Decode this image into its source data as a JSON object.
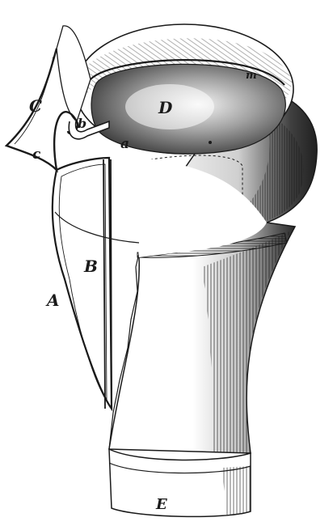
{
  "figure": {
    "labels": {
      "A": "A",
      "B": "B",
      "C": "C",
      "c": "c",
      "b": "b",
      "a": "a",
      "D": "D",
      "E": "E",
      "m": "m"
    }
  },
  "colors": {
    "ink": "#1a1a1a",
    "paper": "#ffffff",
    "shade_light": "#d8d8d8",
    "shade_mid": "#a8a8a8",
    "shade_dark": "#5a5a5a"
  }
}
